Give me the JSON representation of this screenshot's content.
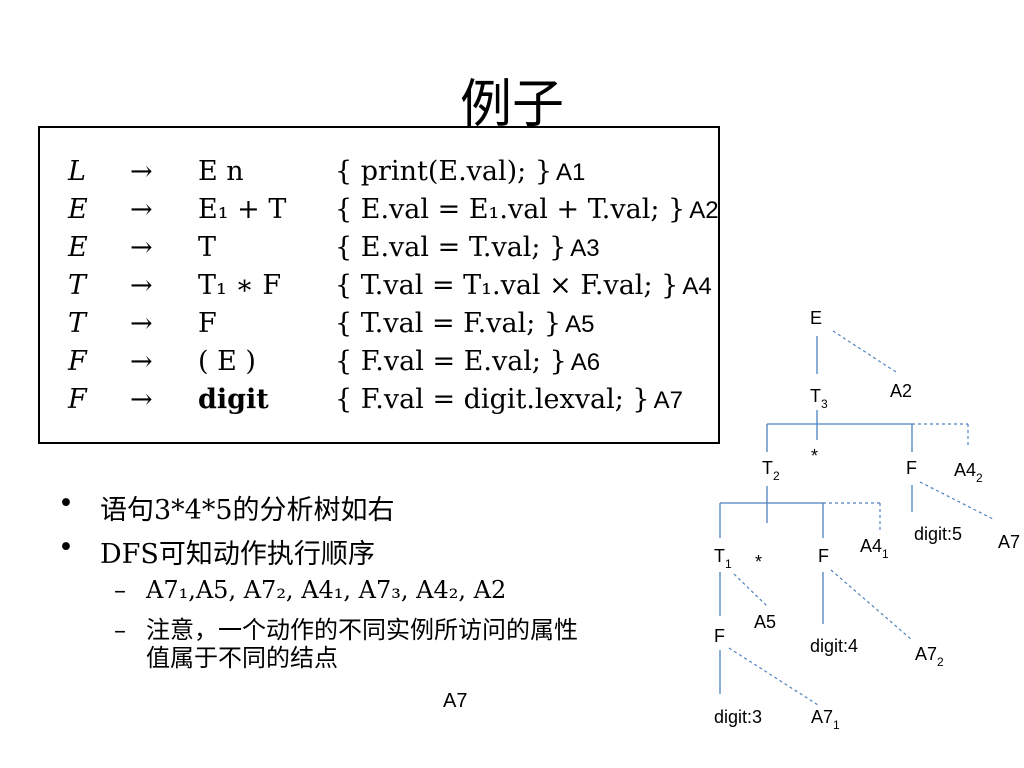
{
  "slide": {
    "title": "例子"
  },
  "grammar": {
    "rules": [
      {
        "lhs": "L",
        "arrow": "→",
        "rhs": "E n",
        "action": "{ print(E.val); }",
        "label": "A1"
      },
      {
        "lhs": "E",
        "arrow": "→",
        "rhs": "E₁ + T",
        "action": "{ E.val = E₁.val + T.val; }",
        "label": "A2"
      },
      {
        "lhs": "E",
        "arrow": "→",
        "rhs": "T",
        "action": "{ E.val = T.val; }",
        "label": "A3"
      },
      {
        "lhs": "T",
        "arrow": "→",
        "rhs": "T₁ ∗ F",
        "action": "{ T.val = T₁.val × F.val; }",
        "label": "A4"
      },
      {
        "lhs": "T",
        "arrow": "→",
        "rhs": "F",
        "action": "{ T.val = F.val; }",
        "label": "A5"
      },
      {
        "lhs": "F",
        "arrow": "→",
        "rhs": "( E )",
        "action": "{ F.val = E.val; }",
        "label": "A6"
      },
      {
        "lhs": "F",
        "arrow": "→",
        "rhs": "digit",
        "action": "{ F.val = digit.lexval; }",
        "label": "A7"
      }
    ]
  },
  "bullets": {
    "items": [
      {
        "mark": "•",
        "text": "语句3*4*5的分析树如右"
      },
      {
        "mark": "•",
        "text": "DFS可知动作执行顺序"
      }
    ],
    "subitems": [
      {
        "mark": "–",
        "text": "A7₁,A5, A7₂, A4₁, A7₃, A4₂, A2"
      },
      {
        "mark": "–",
        "text": "注意，一个动作的不同实例所访问的属性值属于不同的结点"
      }
    ]
  },
  "footer": {
    "stray_label": "A7"
  },
  "tree": {
    "nodes": {
      "E": "E",
      "T3": "T",
      "T3_sub": "3",
      "A2": "A2",
      "star_top": "*",
      "T2": "T",
      "T2_sub": "2",
      "F_top": "F",
      "A4_2": "A4",
      "A4_2_sub": "2",
      "digit5": "digit:5",
      "A7_3": "A7",
      "star_mid": "*",
      "T1": "T",
      "T1_sub": "1",
      "F_mid": "F",
      "A4_1": "A4",
      "A4_1_sub": "1",
      "A5": "A5",
      "digit4": "digit:4",
      "A7_2": "A7",
      "A7_2_sub": "2",
      "F_low": "F",
      "digit3": "digit:3",
      "A7_1": "A7",
      "A7_1_sub": "1"
    },
    "colors": {
      "solid_edge": "#4f81bd",
      "dashed_edge": "#4f81bd"
    }
  }
}
